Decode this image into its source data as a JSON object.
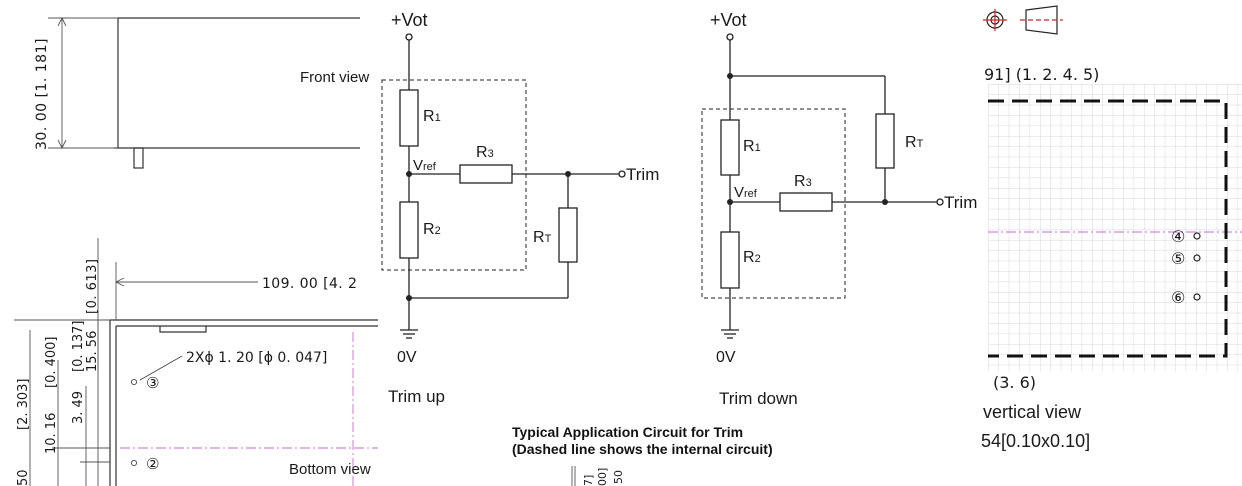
{
  "left_drawing": {
    "dim_height": "30. 00  [1. 181]",
    "front_view": "Front view",
    "dim_top_0613": "[0. 613]",
    "dim_width_109": "109. 00  [4. 2",
    "dim_15_56": "15. 56",
    "dim_0_400": "[0. 400]",
    "dim_0_137": "[0. 137]",
    "dim_2_303": "[2. 303]",
    "dim_10_16": "10. 16",
    "dim_3_49": "3. 49",
    "dim_50": "50",
    "hole_note": "2Xϕ 1. 20  [ϕ 0. 047]",
    "pin_3": "③",
    "pin_2": "②",
    "bottom_view": "Bottom view"
  },
  "trim_up": {
    "vout": "+Vot",
    "r1": "R",
    "r1_sub": "1",
    "r2": "R",
    "r2_sub": "2",
    "r3": "R",
    "r3_sub": "3",
    "rt": "R",
    "rt_sub": "T",
    "vref": "V",
    "vref_sub": "ref",
    "trim": "Trim",
    "gnd": "0V",
    "label": "Trim up"
  },
  "trim_down": {
    "vout": "+Vot",
    "r1": "R",
    "r1_sub": "1",
    "r2": "R",
    "r2_sub": "2",
    "r3": "R",
    "r3_sub": "3",
    "rt": "R",
    "rt_sub": "T",
    "vref": "V",
    "vref_sub": "ref",
    "trim": "Trim",
    "gnd": "0V",
    "label": "Trim down"
  },
  "caption": {
    "line1": "Typical Application Circuit for Trim",
    "line2": "(Dashed line shows the internal circuit)"
  },
  "bottom_stub": {
    "a": "7]",
    "b": "00]",
    "c": "50"
  },
  "right_drawing": {
    "pins_header": "91] (1. 2. 4. 5)",
    "pin_4": "④",
    "pin_5": "⑤",
    "pin_6": "⑥",
    "pins_footer": "(3. 6)",
    "vertical_view": "vertical view",
    "grid_note": "54[0.10x0.10]"
  }
}
